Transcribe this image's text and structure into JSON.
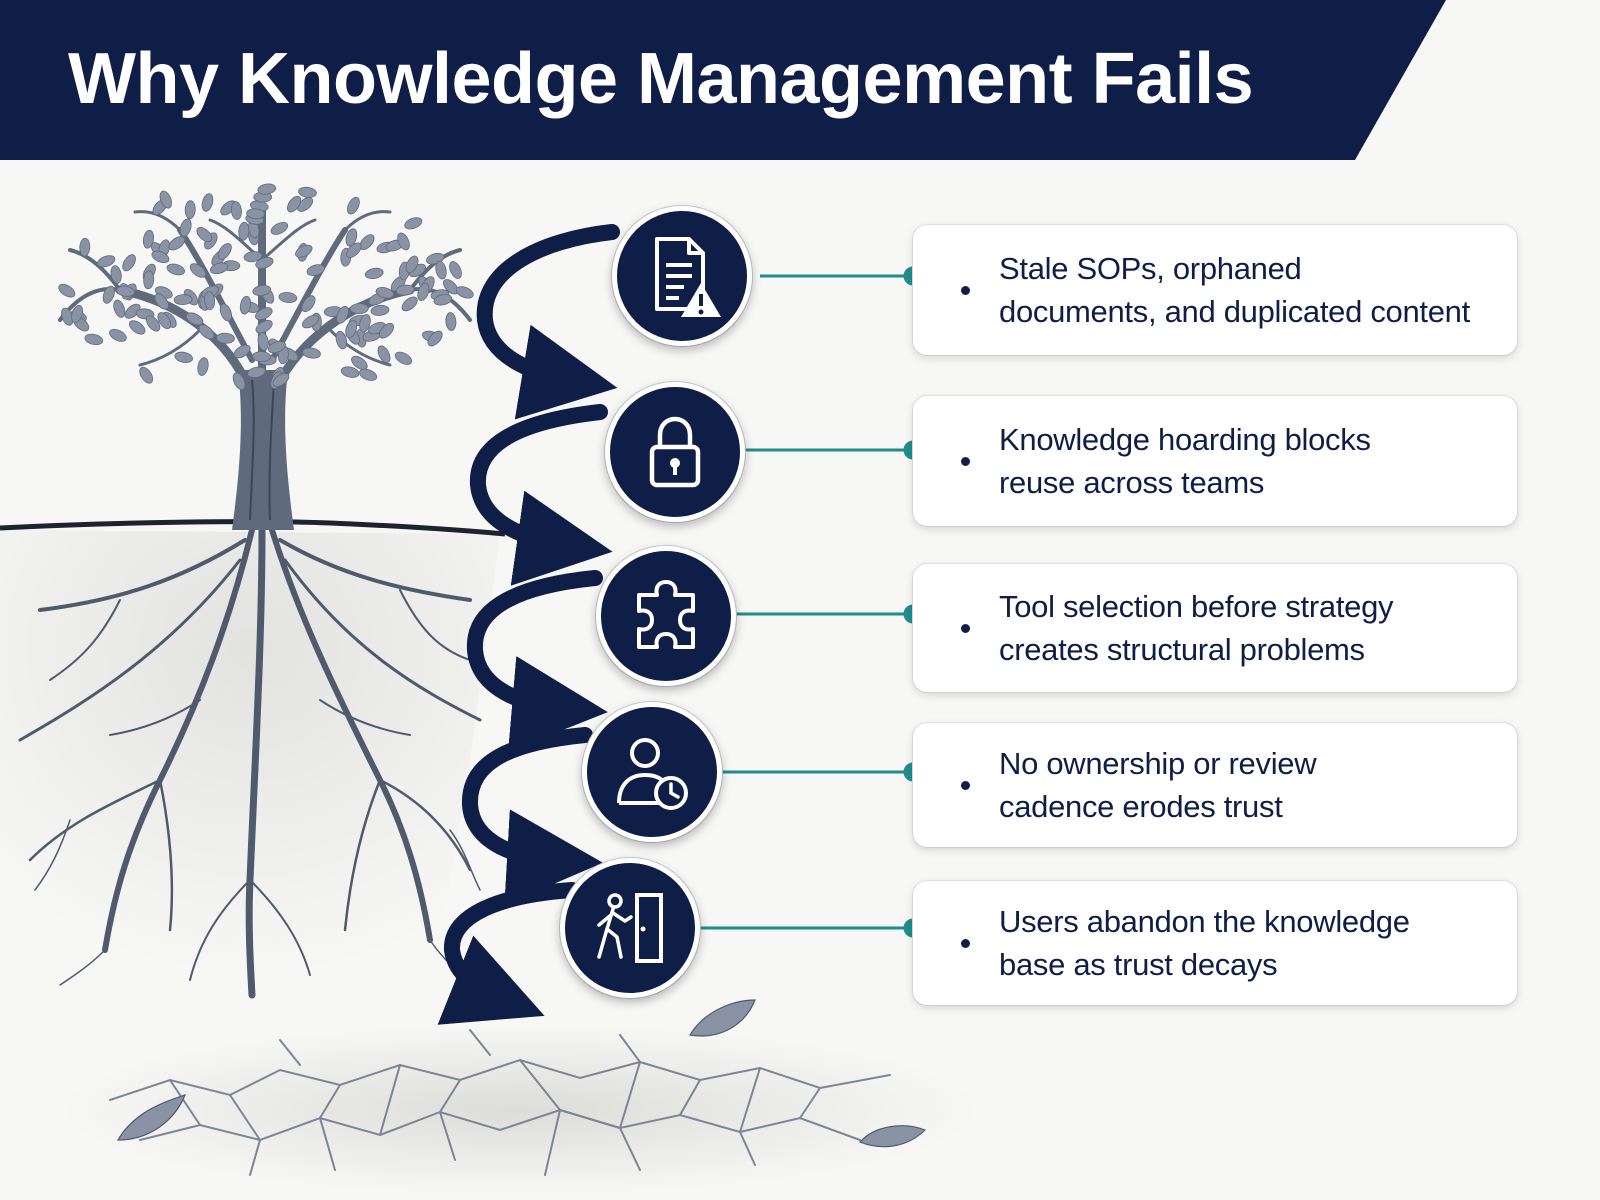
{
  "header": {
    "title": "Why Knowledge Management Fails"
  },
  "colors": {
    "navy": "#0e1e47",
    "teal": "#1f8e8c",
    "background": "#f7f7f6",
    "tree": "#5f6b7d"
  },
  "steps": [
    {
      "icon": "document-warning-icon",
      "text_line1": "Stale SOPs, orphaned",
      "text_line2": "documents, and duplicated content"
    },
    {
      "icon": "padlock-icon",
      "text_line1": "Knowledge hoarding blocks",
      "text_line2": "reuse across teams"
    },
    {
      "icon": "puzzle-piece-icon",
      "text_line1": "Tool selection before strategy",
      "text_line2": "creates structural problems"
    },
    {
      "icon": "person-clock-icon",
      "text_line1": "No ownership or review",
      "text_line2": "cadence erodes trust"
    },
    {
      "icon": "person-exit-door-icon",
      "text_line1": "Users abandon the knowledge",
      "text_line2": "base as trust decays"
    }
  ]
}
